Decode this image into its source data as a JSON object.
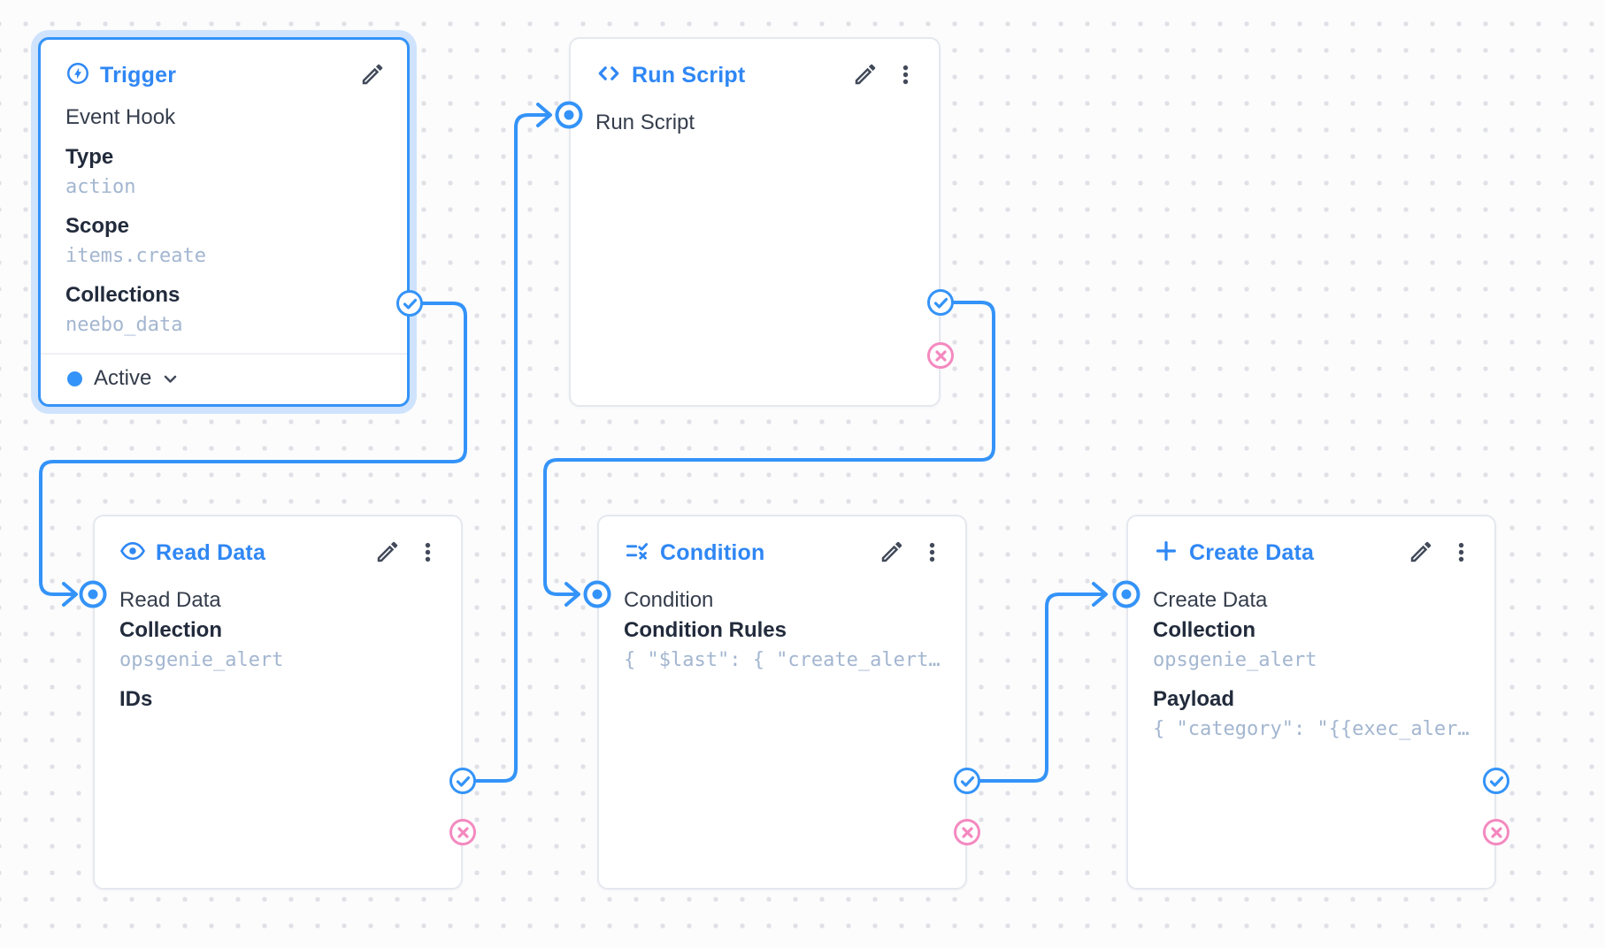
{
  "app": {
    "name": "flow-editor",
    "accent_blue": "#3493f8",
    "reject_pink": "#f489bf",
    "selected_glow": "#cfe3fd",
    "mono_text": "#a3b6d0"
  },
  "nodes": {
    "trigger": {
      "title": "Trigger",
      "icon": "bolt-icon",
      "selected": true,
      "kind": "Event Hook",
      "type_label": "Type",
      "type_value": "action",
      "scope_label": "Scope",
      "scope_value": "items.create",
      "collections_label": "Collections",
      "collections_value": "neebo_data",
      "status_label": "Active"
    },
    "run_script": {
      "title": "Run Script",
      "icon": "code-icon",
      "input_label": "Run Script"
    },
    "read_data": {
      "title": "Read Data",
      "icon": "eye-icon",
      "input_label": "Read Data",
      "collection_label": "Collection",
      "collection_value": "opsgenie_alert",
      "ids_label": "IDs"
    },
    "condition": {
      "title": "Condition",
      "icon": "rule-icon",
      "input_label": "Condition",
      "rules_label": "Condition Rules",
      "rules_value": "{ \"$last\": { \"create_alert…"
    },
    "create_data": {
      "title": "Create Data",
      "icon": "plus-icon",
      "input_label": "Create Data",
      "collection_label": "Collection",
      "collection_value": "opsgenie_alert",
      "payload_label": "Payload",
      "payload_value": "{ \"category\": \"{{exec_aler…"
    }
  },
  "connections": [
    {
      "from": "trigger.resolve",
      "to": "read_data.input"
    },
    {
      "from": "read_data.resolve",
      "to": "run_script.input"
    },
    {
      "from": "run_script.resolve",
      "to": "condition.input"
    },
    {
      "from": "condition.resolve",
      "to": "create_data.input"
    }
  ]
}
